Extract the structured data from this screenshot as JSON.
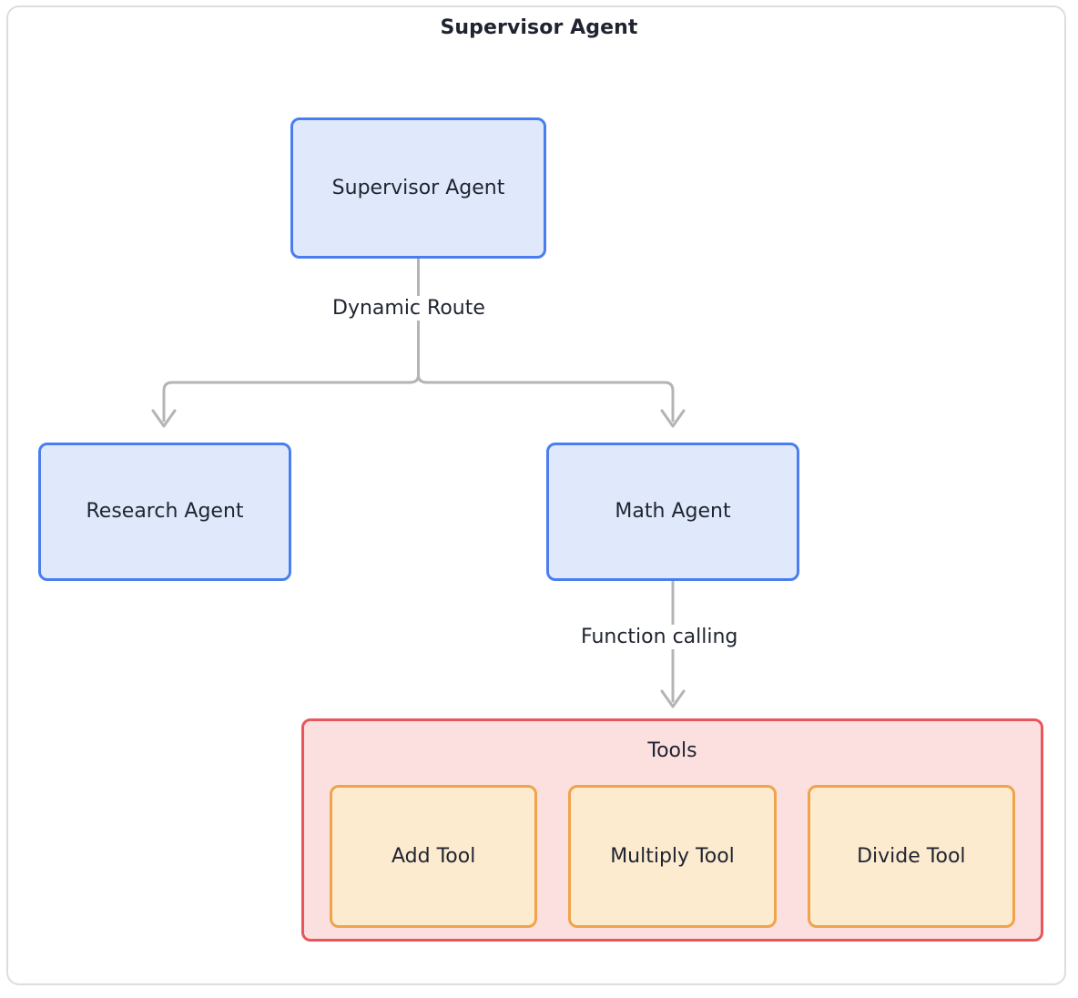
{
  "diagram": {
    "title": "Supervisor Agent",
    "type": "flowchart",
    "direction": "top-down"
  },
  "colors": {
    "frame_border": "#dcdde2",
    "agent_fill": "#e0e9fb",
    "agent_border": "#4a7ef0",
    "tools_group_fill": "#fce0e0",
    "tools_group_border": "#e8565a",
    "tool_fill": "#fdebd0",
    "tool_border": "#f0a44a",
    "connector": "#b4b4b4",
    "text": "#1f2430"
  },
  "nodes": {
    "supervisor": {
      "label": "Supervisor Agent"
    },
    "research": {
      "label": "Research Agent"
    },
    "math": {
      "label": "Math Agent"
    }
  },
  "subgraph": {
    "title": "Tools",
    "tools": [
      {
        "label": "Add Tool"
      },
      {
        "label": "Multiply Tool"
      },
      {
        "label": "Divide Tool"
      }
    ]
  },
  "edges": [
    {
      "from": "Supervisor Agent",
      "to": "Research Agent",
      "label": "Dynamic Route"
    },
    {
      "from": "Supervisor Agent",
      "to": "Math Agent",
      "label": "Dynamic Route"
    },
    {
      "from": "Math Agent",
      "to": "Tools",
      "label": "Function calling"
    }
  ],
  "edge_labels": {
    "dynamic_route": "Dynamic Route",
    "function_calling": "Function calling"
  }
}
